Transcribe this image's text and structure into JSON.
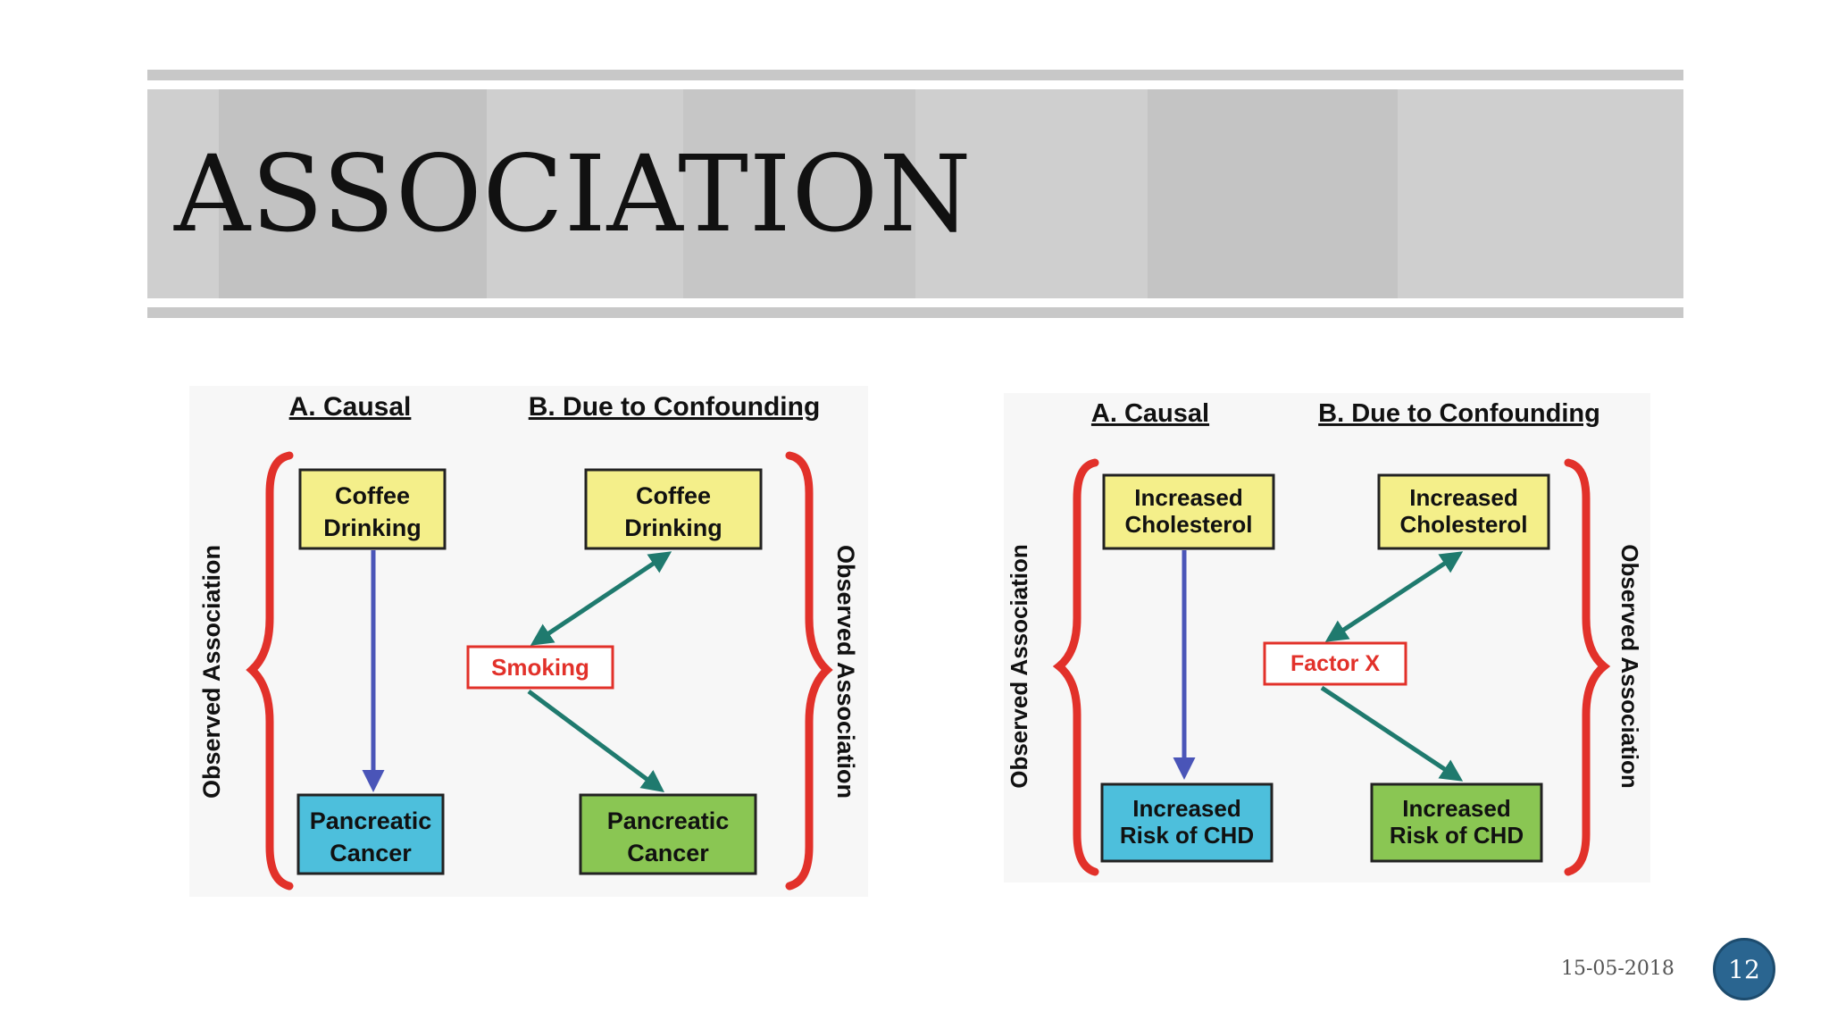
{
  "slide": {
    "title": "ASSOCIATION",
    "date": "15-05-2018",
    "page_number": "12"
  },
  "diagrams": [
    {
      "side_label": "Observed Association",
      "panel_a": {
        "heading": "A. Causal",
        "top": [
          "Coffee",
          "Drinking"
        ],
        "bottom": [
          "Pancreatic",
          "Cancer"
        ]
      },
      "panel_b": {
        "heading": "B. Due to Confounding",
        "top": [
          "Coffee",
          "Drinking"
        ],
        "confounder": "Smoking",
        "bottom": [
          "Pancreatic",
          "Cancer"
        ]
      }
    },
    {
      "side_label": "Observed Association",
      "panel_a": {
        "heading": "A. Causal",
        "top": [
          "Increased",
          "Cholesterol"
        ],
        "bottom": [
          "Increased",
          "Risk of CHD"
        ]
      },
      "panel_b": {
        "heading": "B. Due to Confounding",
        "top": [
          "Increased",
          "Cholesterol"
        ],
        "confounder": "Factor X",
        "bottom": [
          "Increased",
          "Risk of CHD"
        ]
      }
    }
  ],
  "colors": {
    "yellow_box": "#f4ef8a",
    "blue_box": "#4dbfdc",
    "green_box": "#8ac653",
    "brace_red": "#e2312a",
    "causal_arrow": "#4a55b8",
    "confound_arrow": "#1f7a6e",
    "confounder_border": "#e2312a"
  }
}
